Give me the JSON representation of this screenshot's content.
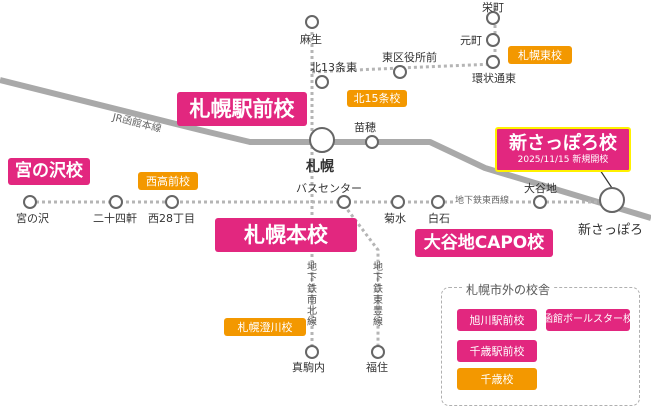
{
  "lines": {
    "jr_hakodate": "JR函館本線",
    "tozai": "地下鉄東西線",
    "nanboku": "地下鉄南北線",
    "toho": "地下鉄東豊線"
  },
  "stations": {
    "asabu": "麻生",
    "kita13": "北13条東",
    "higashikuyakusho": "東区役所前",
    "sakaemachi": "栄町",
    "motomachi": "元町",
    "kanjo": "環状通東",
    "naebo": "苗穂",
    "sapporo": "札幌",
    "miyanosawa": "宮の沢",
    "nijuyon": "二十四軒",
    "nishi28": "西28丁目",
    "buscenter": "バスセンター",
    "kikusui": "菊水",
    "shiroishi": "白石",
    "oyachi": "大谷地",
    "shinsapporo": "新さっぽろ",
    "makomanai": "真駒内",
    "fukuzumi": "福住"
  },
  "schools": {
    "sapporo_ekimae": "札幌駅前校",
    "kita15": "北15条校",
    "sapporo_higashi": "札幌東校",
    "miyanosawa": "宮の沢校",
    "nishi_koko": "西高前校",
    "sapporo_hon": "札幌本校",
    "oyachi_capo": "大谷地CAPO校",
    "sumikawa": "札幌澄川校",
    "shinsapporo": "新さっぽろ校",
    "shinsapporo_note": "2025/11/15 新規開校"
  },
  "outside": {
    "title": "札幌市外の校舎",
    "asahikawa": "旭川駅前校",
    "hakodate": "函館ボールスター校",
    "chitose_ekimae": "千歳駅前校",
    "chitose": "千歳校"
  },
  "colors": {
    "pink": "#e2277f",
    "orange": "#f39800",
    "yellow": "#fff100",
    "jr_line": "#a9a9a9",
    "subway_dots": "#b5b5b5"
  }
}
